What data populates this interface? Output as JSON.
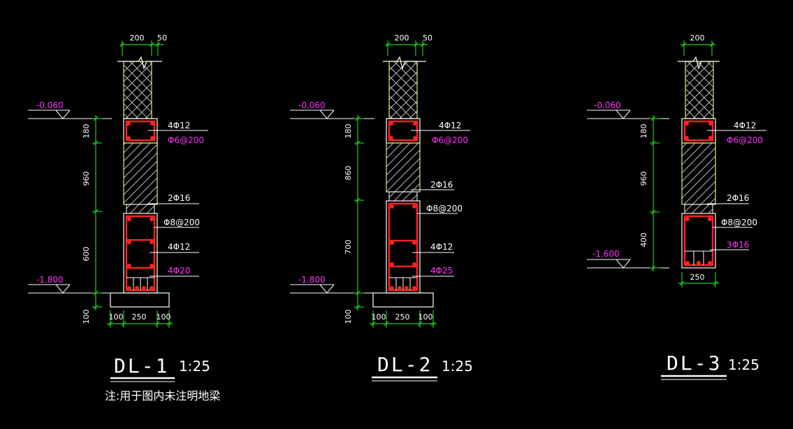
{
  "colors": {
    "background": "#000000",
    "outline": "#ffffff",
    "dimension": "#22cc22",
    "wall": "#e6e67a",
    "hatch": "#bbbbbb",
    "rebar": "#ff2222",
    "magenta_text": "#ff33ff"
  },
  "details": [
    {
      "title": "DL-1",
      "scale": "1:25",
      "top_dims": [
        "200",
        "50"
      ],
      "elev_top": "-0.060",
      "elev_bottom": "-1.800",
      "vert_dims": [
        "180",
        "960",
        "600",
        "100"
      ],
      "bottom_dims": [
        "100",
        "250",
        "100"
      ],
      "labels": [
        "4Φ12",
        "Φ6@200",
        "2Φ16",
        "Φ8@200",
        "4Φ12",
        "4Φ20"
      ]
    },
    {
      "title": "DL-2",
      "scale": "1:25",
      "top_dims": [
        "200",
        "50"
      ],
      "elev_top": "-0.060",
      "elev_bottom": "-1.800",
      "vert_dims": [
        "180",
        "860",
        "700",
        "100"
      ],
      "bottom_dims": [
        "100",
        "250",
        "100"
      ],
      "labels": [
        "4Φ12",
        "Φ6@200",
        "2Φ16",
        "Φ8@200",
        "4Φ12",
        "4Φ25"
      ]
    },
    {
      "title": "DL-3",
      "scale": "1:25",
      "top_dims": [
        "200"
      ],
      "elev_top": "-0.060",
      "elev_bottom": "-1.600",
      "vert_dims": [
        "180",
        "960",
        "400"
      ],
      "bottom_dims": [
        "250"
      ],
      "labels": [
        "4Φ12",
        "Φ6@200",
        "2Φ16",
        "Φ8@200",
        "3Φ16"
      ]
    }
  ],
  "note": "注:用于图内未注明地梁"
}
